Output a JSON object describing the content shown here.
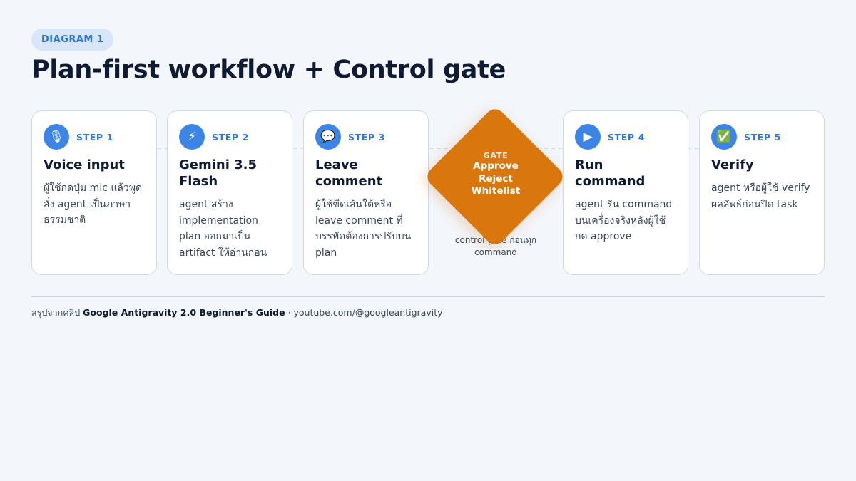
{
  "badge": "DIAGRAM 1",
  "title": "Plan-first workflow + Control gate",
  "steps": [
    {
      "icon": "microphone-icon",
      "glyph": "🎙",
      "label": "STEP 1",
      "title": "Voice input",
      "desc": "ผู้ใช้กดปุ่ม mic แล้วพูดสั่ง agent เป็นภาษาธรรมชาติ"
    },
    {
      "icon": "lightning-icon",
      "glyph": "⚡",
      "label": "STEP 2",
      "title": "Gemini 3.5 Flash",
      "desc": "agent สร้าง implementation plan ออกมาเป็น artifact ให้อ่านก่อน"
    },
    {
      "icon": "speech-bubble-icon",
      "glyph": "💬",
      "label": "STEP 3",
      "title": "Leave comment",
      "desc": "ผู้ใช้ขีดเส้นใต้หรือ leave comment ที่บรรทัดต้องการปรับบน plan"
    },
    {
      "icon": "play-icon",
      "glyph": "▶",
      "label": "STEP 4",
      "title": "Run command",
      "desc": "agent รัน command บนเครื่องจริงหลังผู้ใช้กด approve"
    },
    {
      "icon": "check-mark-icon",
      "glyph": "✅",
      "label": "STEP 5",
      "title": "Verify",
      "desc": "agent หรือผู้ใช้ verify ผลลัพธ์ก่อนปิด task"
    }
  ],
  "gate": {
    "label": "GATE",
    "options": [
      "Approve",
      "Reject",
      "Whitelist"
    ],
    "caption": "control gate ก่อนทุก command"
  },
  "footer": {
    "prefix": "สรุปจากคลิป",
    "source": "Google Antigravity 2.0 Beginner's Guide",
    "separator": " · ",
    "url": "youtube.com/@googleantigravity"
  },
  "colors": {
    "accent": "#3c84e6",
    "gate": "#d9770e",
    "background": "#f3f6fb"
  }
}
